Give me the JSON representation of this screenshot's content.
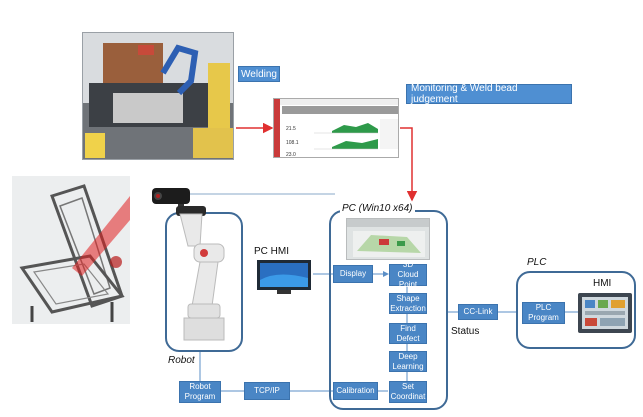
{
  "labels": {
    "welding": "Welding",
    "monitoring": "Monitoring & Weld bead judgement",
    "pc_title": "PC (Win10 x64)",
    "pc_hmi": "PC HMI",
    "robot_caption": "Robot",
    "plc_title": "PLC",
    "hmi": "HMI",
    "status": "Status"
  },
  "pc_modules": {
    "display": "Display",
    "cloud": "3D Cloud Point",
    "shape": "Shape Extraction",
    "find": "Find Defect",
    "deep": "Deep Learning",
    "set": "Set Coordinat",
    "calibration": "Calibration"
  },
  "links": {
    "robot_program": "Robot Program",
    "tcpip": "TCP/IP",
    "cclink": "CC-Link",
    "plc_program": "PLC Program"
  },
  "monitor_screen": {
    "row1": "21.5",
    "row2": "108.1",
    "row3": "23.0"
  },
  "colors": {
    "box_fill": "#4a86c5",
    "group_border": "#3f6a96",
    "arrow_red": "#e03030",
    "line_blue": "#5b8fc7"
  }
}
